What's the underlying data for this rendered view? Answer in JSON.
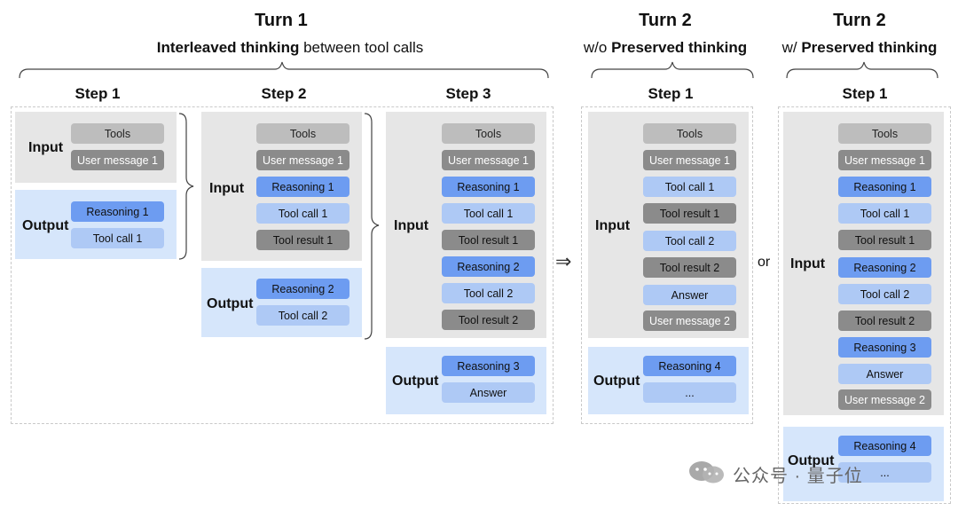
{
  "turns": {
    "turn1": {
      "title": "Turn 1",
      "subtitle_bold": "Interleaved thinking",
      "subtitle_rest": " between tool calls"
    },
    "turn2a": {
      "title": "Turn 2",
      "subtitle_pre": "w/o ",
      "subtitle_bold": "Preserved thinking"
    },
    "turn2b": {
      "title": "Turn 2",
      "subtitle_pre": "w/ ",
      "subtitle_bold": "Preserved thinking"
    }
  },
  "connectors": {
    "arrow": "⇒",
    "or": "or"
  },
  "labels": {
    "input": "Input",
    "output": "Output"
  },
  "steps": {
    "t1s1": {
      "title": "Step 1",
      "input": [
        {
          "text": "Tools",
          "kind": "tools"
        },
        {
          "text": "User message 1",
          "kind": "user"
        }
      ],
      "output": [
        {
          "text": "Reasoning 1",
          "kind": "reasoning"
        },
        {
          "text": "Tool call 1",
          "kind": "toolcall"
        }
      ]
    },
    "t1s2": {
      "title": "Step 2",
      "input": [
        {
          "text": "Tools",
          "kind": "tools"
        },
        {
          "text": "User message 1",
          "kind": "user"
        },
        {
          "text": "Reasoning 1",
          "kind": "reasoning"
        },
        {
          "text": "Tool call 1",
          "kind": "toolcall"
        },
        {
          "text": "Tool result 1",
          "kind": "toolresult"
        }
      ],
      "output": [
        {
          "text": "Reasoning 2",
          "kind": "reasoning"
        },
        {
          "text": "Tool call 2",
          "kind": "toolcall"
        }
      ]
    },
    "t1s3": {
      "title": "Step 3",
      "input": [
        {
          "text": "Tools",
          "kind": "tools"
        },
        {
          "text": "User message 1",
          "kind": "user"
        },
        {
          "text": "Reasoning 1",
          "kind": "reasoning"
        },
        {
          "text": "Tool call 1",
          "kind": "toolcall"
        },
        {
          "text": "Tool result 1",
          "kind": "toolresult"
        },
        {
          "text": "Reasoning 2",
          "kind": "reasoning"
        },
        {
          "text": "Tool call 2",
          "kind": "toolcall"
        },
        {
          "text": "Tool result 2",
          "kind": "toolresult"
        }
      ],
      "output": [
        {
          "text": "Reasoning 3",
          "kind": "reasoning"
        },
        {
          "text": "Answer",
          "kind": "answer"
        }
      ]
    },
    "t2a": {
      "title": "Step 1",
      "input": [
        {
          "text": "Tools",
          "kind": "tools"
        },
        {
          "text": "User message 1",
          "kind": "user"
        },
        {
          "text": "Tool call 1",
          "kind": "toolcall"
        },
        {
          "text": "Tool result 1",
          "kind": "toolresult"
        },
        {
          "text": "Tool call 2",
          "kind": "toolcall"
        },
        {
          "text": "Tool result 2",
          "kind": "toolresult"
        },
        {
          "text": "Answer",
          "kind": "answer"
        },
        {
          "text": "User message 2",
          "kind": "user"
        }
      ],
      "output": [
        {
          "text": "Reasoning 4",
          "kind": "reasoning"
        },
        {
          "text": "...",
          "kind": "ellipsis"
        }
      ]
    },
    "t2b": {
      "title": "Step 1",
      "input": [
        {
          "text": "Tools",
          "kind": "tools"
        },
        {
          "text": "User message 1",
          "kind": "user"
        },
        {
          "text": "Reasoning 1",
          "kind": "reasoning"
        },
        {
          "text": "Tool call 1",
          "kind": "toolcall"
        },
        {
          "text": "Tool result 1",
          "kind": "toolresult"
        },
        {
          "text": "Reasoning 2",
          "kind": "reasoning"
        },
        {
          "text": "Tool call 2",
          "kind": "toolcall"
        },
        {
          "text": "Tool result 2",
          "kind": "toolresult"
        },
        {
          "text": "Reasoning 3",
          "kind": "reasoning"
        },
        {
          "text": "Answer",
          "kind": "answer"
        },
        {
          "text": "User message 2",
          "kind": "user"
        }
      ],
      "output": [
        {
          "text": "Reasoning 4",
          "kind": "reasoning"
        },
        {
          "text": "...",
          "kind": "ellipsis"
        }
      ]
    }
  },
  "watermark": {
    "text": "公众号 · 量子位",
    "icon": "wechat-icon"
  }
}
